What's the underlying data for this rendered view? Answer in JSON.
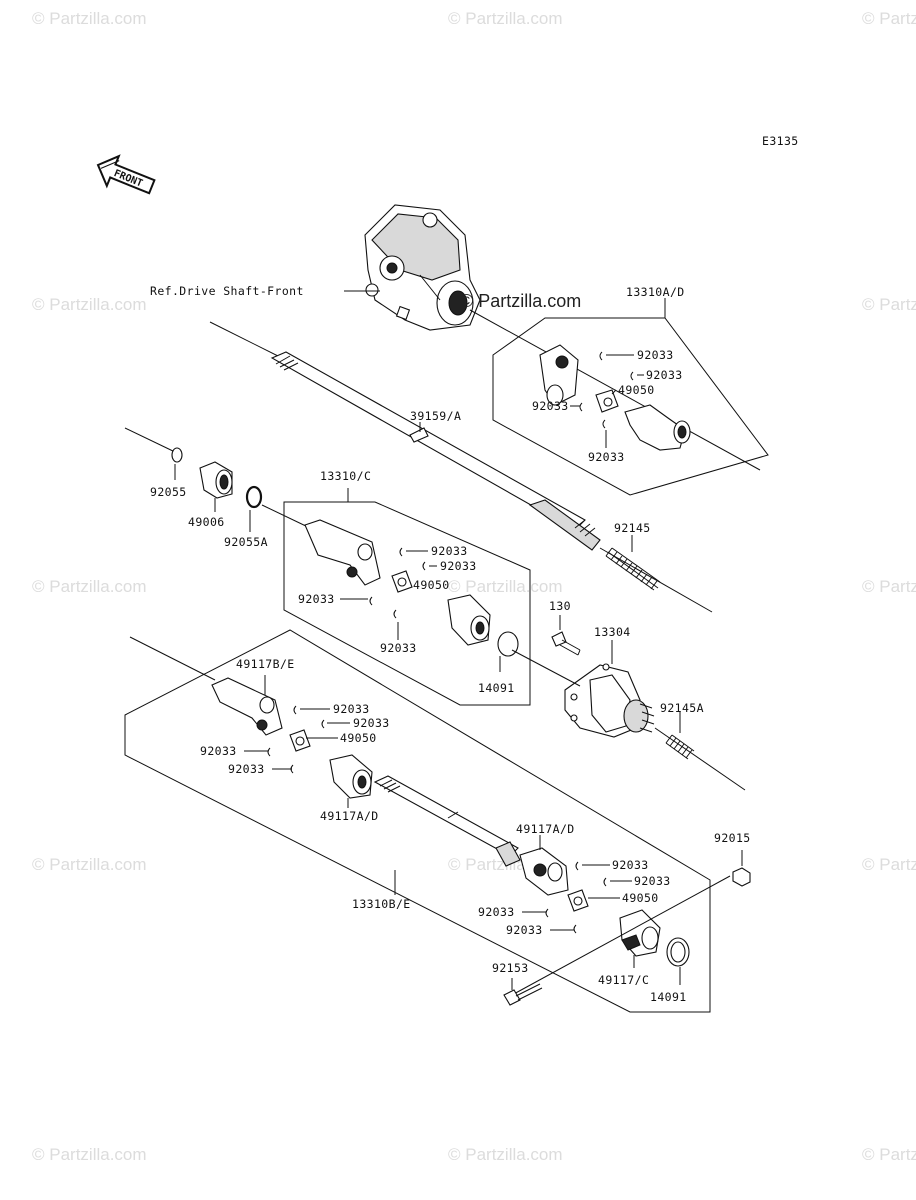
{
  "diagram_code": "E3135",
  "front_label": "FRONT",
  "center_watermark": "© Partzilla.com",
  "watermark_text": "© Partzilla.com",
  "reference_note": "Ref.Drive Shaft-Front",
  "labels": {
    "l13310AD": "13310A/D",
    "l92033_a1": "92033",
    "l92033_a2": "92033",
    "l49050_a": "49050",
    "l92033_a3": "92033",
    "l92033_a4": "92033",
    "l39159A": "39159/A",
    "l92055": "92055",
    "l49006": "49006",
    "l92055A": "92055A",
    "l13310C": "13310/C",
    "l92033_c1": "92033",
    "l92033_c2": "92033",
    "l49050_c": "49050",
    "l92033_c3": "92033",
    "l92033_c4": "92033",
    "l92145": "92145",
    "l130": "130",
    "l13304": "13304",
    "l14091_a": "14091",
    "l92145A": "92145A",
    "l49117BE": "49117B/E",
    "l92033_b1": "92033",
    "l92033_b2": "92033",
    "l49050_b": "49050",
    "l92033_b3": "92033",
    "l92033_b4": "92033",
    "l49117AD_1": "49117A/D",
    "l49117AD_2": "49117A/D",
    "l92033_d1": "92033",
    "l92033_d2": "92033",
    "l49050_d": "49050",
    "l92033_d3": "92033",
    "l92033_d4": "92033",
    "l13310BE": "13310B/E",
    "l92015": "92015",
    "l92153": "92153",
    "l49117C": "49117/C",
    "l14091_b": "14091"
  }
}
